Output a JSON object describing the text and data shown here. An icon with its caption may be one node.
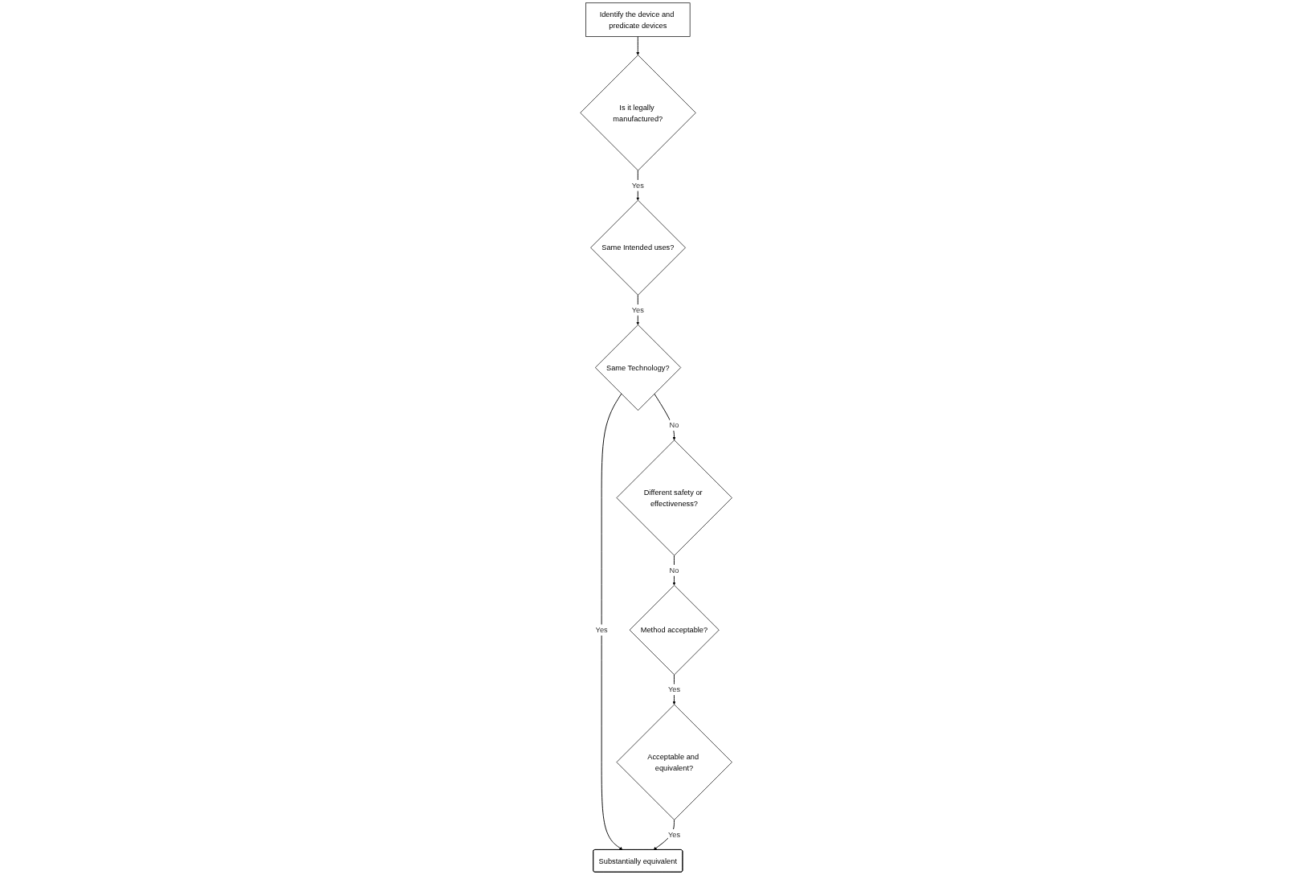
{
  "diagram": {
    "nodes": [
      {
        "text": [
          "Identify the device and predicate devices"
        ]
      },
      {
        "text": [
          "Is it legally manufactured?"
        ]
      },
      {
        "text": [
          "Same Intended uses?"
        ]
      },
      {
        "text": [
          "Same Technology?"
        ]
      },
      {
        "text": [
          "Different safety or effectiveness?"
        ]
      },
      {
        "text": [
          "Method acceptable?"
        ]
      },
      {
        "text": [
          "Acceptable and equivalent?"
        ]
      },
      {
        "text": [
          "Substantially equivalent"
        ]
      }
    ],
    "edges": [
      {
        "from": 0,
        "to": 1,
        "arrow": "to"
      },
      {
        "from": 1,
        "to": 2,
        "arrow": "to",
        "label": "Yes"
      },
      {
        "from": 2,
        "to": 3,
        "arrow": "to",
        "label": "Yes"
      },
      {
        "from": 3,
        "to": 4,
        "arrow": "to",
        "label": "No"
      },
      {
        "from": 3,
        "to": 7,
        "arrow": "to",
        "label": "Yes"
      },
      {
        "from": 4,
        "to": 5,
        "arrow": "to",
        "label": "No"
      },
      {
        "from": 5,
        "to": 6,
        "arrow": "to",
        "label": "Yes"
      },
      {
        "from": 6,
        "to": 7,
        "arrow": "to",
        "label": "Yes"
      }
    ]
  }
}
